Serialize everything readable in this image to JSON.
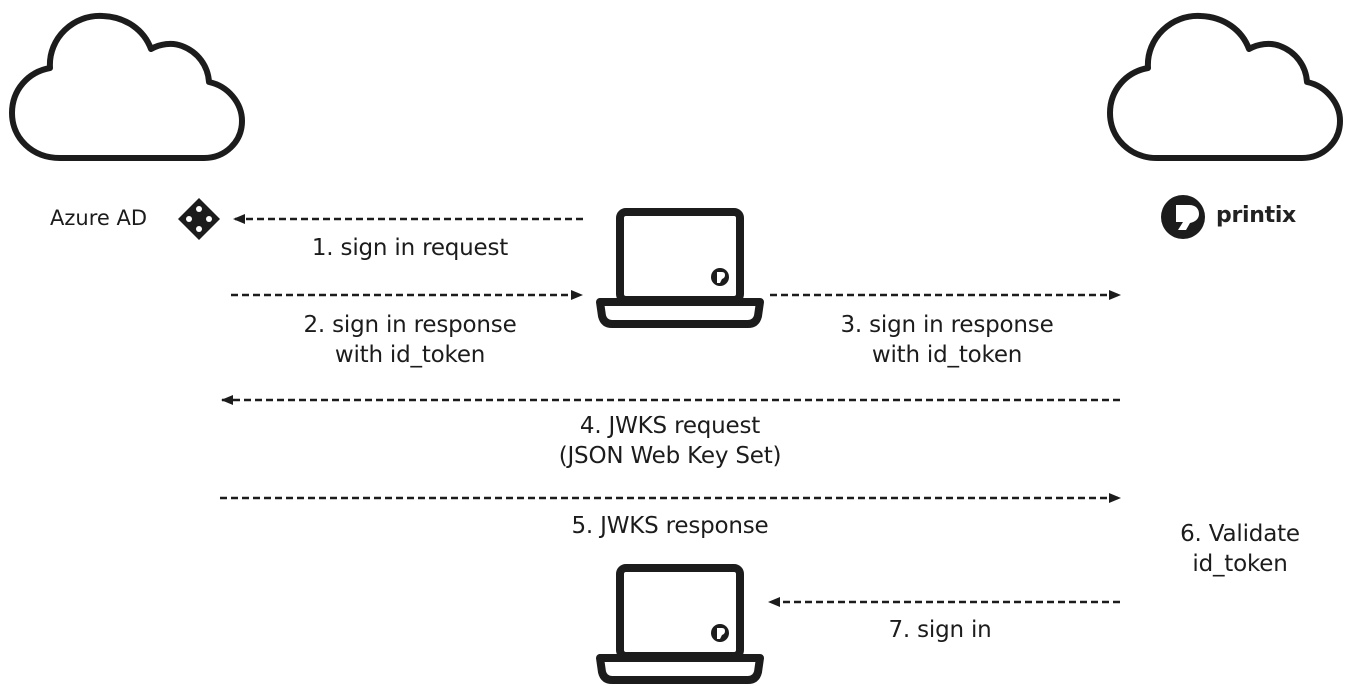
{
  "diagram": {
    "left_party": {
      "name": "Azure AD",
      "icon": "azure-diamond-icon"
    },
    "right_party": {
      "name": "printix",
      "icon": "printix-logo-icon"
    },
    "steps": [
      {
        "id": 1,
        "label": "1. sign in request"
      },
      {
        "id": 2,
        "label_line1": "2. sign in response",
        "label_line2": "with id_token"
      },
      {
        "id": 3,
        "label_line1": "3. sign in response",
        "label_line2": "with id_token"
      },
      {
        "id": 4,
        "label_line1": "4. JWKS request",
        "label_line2": "(JSON Web Key Set)"
      },
      {
        "id": 5,
        "label": "5. JWKS response"
      },
      {
        "id": 6,
        "label_line1": "6. Validate",
        "label_line2": "id_token"
      },
      {
        "id": 7,
        "label": "7. sign in"
      }
    ],
    "colors": {
      "stroke": "#1c1c1c",
      "background": "#ffffff"
    }
  }
}
